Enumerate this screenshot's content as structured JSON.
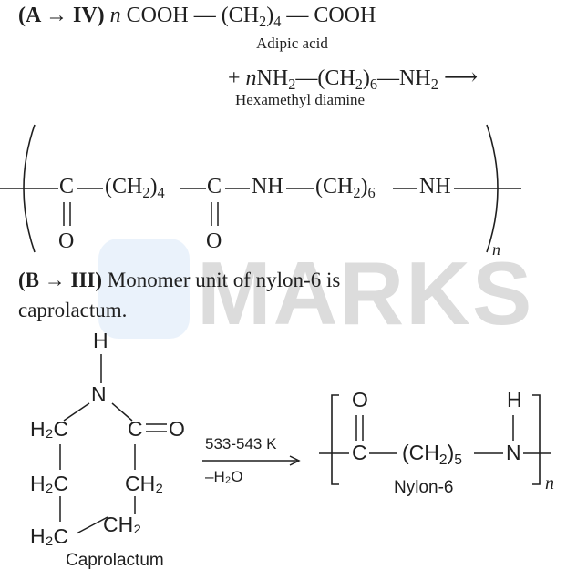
{
  "reaction_a": {
    "tag": "(A → IV)",
    "line1_coeff": "n",
    "line1_cooh": "COOH",
    "line1_dash": "—",
    "line1_ch2": "(CH",
    "line1_ch2_sub": "2",
    "line1_ch2_close": ")",
    "line1_ch2_n": "4",
    "line1_end": "— COOH",
    "adipic_label": "Adipic acid",
    "line2_plus": "+",
    "line2_coeff": "n",
    "line2_nh2": "NH",
    "line2_nh2_sub": "2",
    "line2_ch2": "—(CH",
    "line2_ch2_sub": "2",
    "line2_ch2_close": ")",
    "line2_ch2_n": "6",
    "line2_end": "—NH",
    "line2_end_sub": "2",
    "line2_arrow": "⟶",
    "hexa_label": "Hexamethyl diamine"
  },
  "nylon66": {
    "c1": "C",
    "ch2a": "(CH",
    "ch2a_sub": "2",
    "ch2a_close": ")",
    "ch2a_n": "4",
    "c2": "C",
    "nh1": "NH",
    "ch2b": "(CH",
    "ch2b_sub": "2",
    "ch2b_close": ")",
    "ch2b_n": "6",
    "nh2": "NH",
    "o1": "O",
    "o2": "O",
    "repeat": "n"
  },
  "statement_b": {
    "tag": "(B → III)",
    "text": "Monomer unit of nylon-6 is",
    "text2": "caprolactum."
  },
  "caprolactam": {
    "h_top": "H",
    "n": "N",
    "h2c_1": "H₂C",
    "c_eq_o": "C",
    "o": "O",
    "h2c_2": "H₂C",
    "ch2_right": "CH₂",
    "h2c_3": "H₂C",
    "ch2_bottom": "CH₂",
    "label": "Caprolactum"
  },
  "conditions": {
    "temp": "533-543 K",
    "water": "–H₂O"
  },
  "nylon6": {
    "o": "O",
    "c": "C",
    "ch2": "(CH",
    "ch2_sub": "2",
    "ch2_close": ")",
    "ch2_n": "5",
    "n": "N",
    "h": "H",
    "label": "Nylon-6",
    "repeat": "n"
  },
  "watermark": {
    "text": "MARKS",
    "color": "#d9d9d9",
    "logo_color": "#dbe9f7"
  }
}
